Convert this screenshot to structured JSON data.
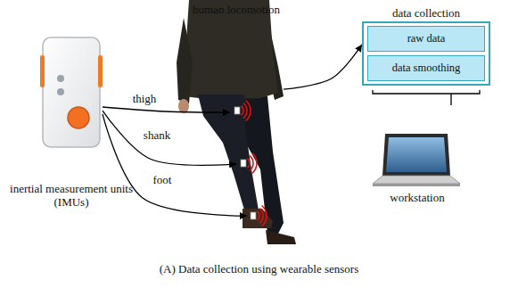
{
  "diagram": {
    "caption": "(A) Data collection using wearable sensors",
    "nodes": [
      {
        "text": [
          "inertial measurement units (IMUs)"
        ]
      },
      {
        "text": [
          "human locomotion"
        ]
      },
      {
        "text": [
          "data collection"
        ]
      },
      {
        "text": [
          "raw data"
        ],
        "in": 2
      },
      {
        "text": [
          "data smoothing"
        ],
        "in": 2
      },
      {
        "text": [
          "workstation"
        ]
      }
    ],
    "edges": [
      {
        "from": 0,
        "to": 1,
        "label": "thigh",
        "arrow": "to"
      },
      {
        "from": 0,
        "to": 1,
        "label": "shank",
        "arrow": "to"
      },
      {
        "from": 0,
        "to": 1,
        "label": "foot",
        "arrow": "to"
      },
      {
        "from": 1,
        "to": 2,
        "arrow": "to"
      },
      {
        "from": 2,
        "to": 5,
        "arrow": "none"
      }
    ]
  }
}
